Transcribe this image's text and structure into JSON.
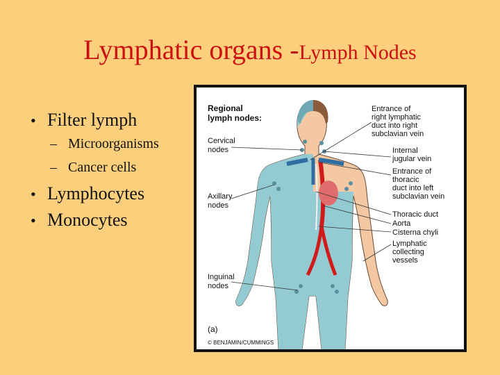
{
  "slide": {
    "title_main": "Lymphatic organs -",
    "title_sub": "Lymph Nodes",
    "bullets": [
      {
        "text": "Filter lymph",
        "sub": [
          "Microorganisms",
          "Cancer cells"
        ]
      },
      {
        "text": "Lymphocytes"
      },
      {
        "text": "Monocytes"
      }
    ],
    "bullet_glyph": "•",
    "dash_glyph": "–"
  },
  "figure": {
    "heading_line1": "Regional",
    "heading_line2": "lymph nodes:",
    "left_labels": {
      "cervical": [
        "Cervical",
        "nodes"
      ],
      "axillary": [
        "Axillary",
        "nodes"
      ],
      "inguinal": [
        "Inguinal",
        "nodes"
      ]
    },
    "right_labels": {
      "entrance_right": [
        "Entrance of",
        "right lymphatic",
        "duct into right",
        "subclavian vein"
      ],
      "internal_jugular": [
        "Internal",
        "jugular vein"
      ],
      "entrance_thoracic": [
        "Entrance of",
        "thoracic",
        "duct into left",
        "subclavian vein"
      ],
      "thoracic_duct": "Thoracic duct",
      "aorta": "Aorta",
      "cisterna": "Cisterna chyli",
      "collecting": [
        "Lymphatic",
        "collecting",
        "vessels"
      ]
    },
    "panel_label": "(a)",
    "credit": "© BENJAMIN/CUMMINGS",
    "colors": {
      "lymph_blue": "#8ecbd6",
      "skin": "#f3c8a3",
      "aorta_red": "#d11b1b",
      "vein_blue": "#2f6ea3",
      "title_red": "#cc1111",
      "slide_bg": "#fccf7c"
    }
  }
}
